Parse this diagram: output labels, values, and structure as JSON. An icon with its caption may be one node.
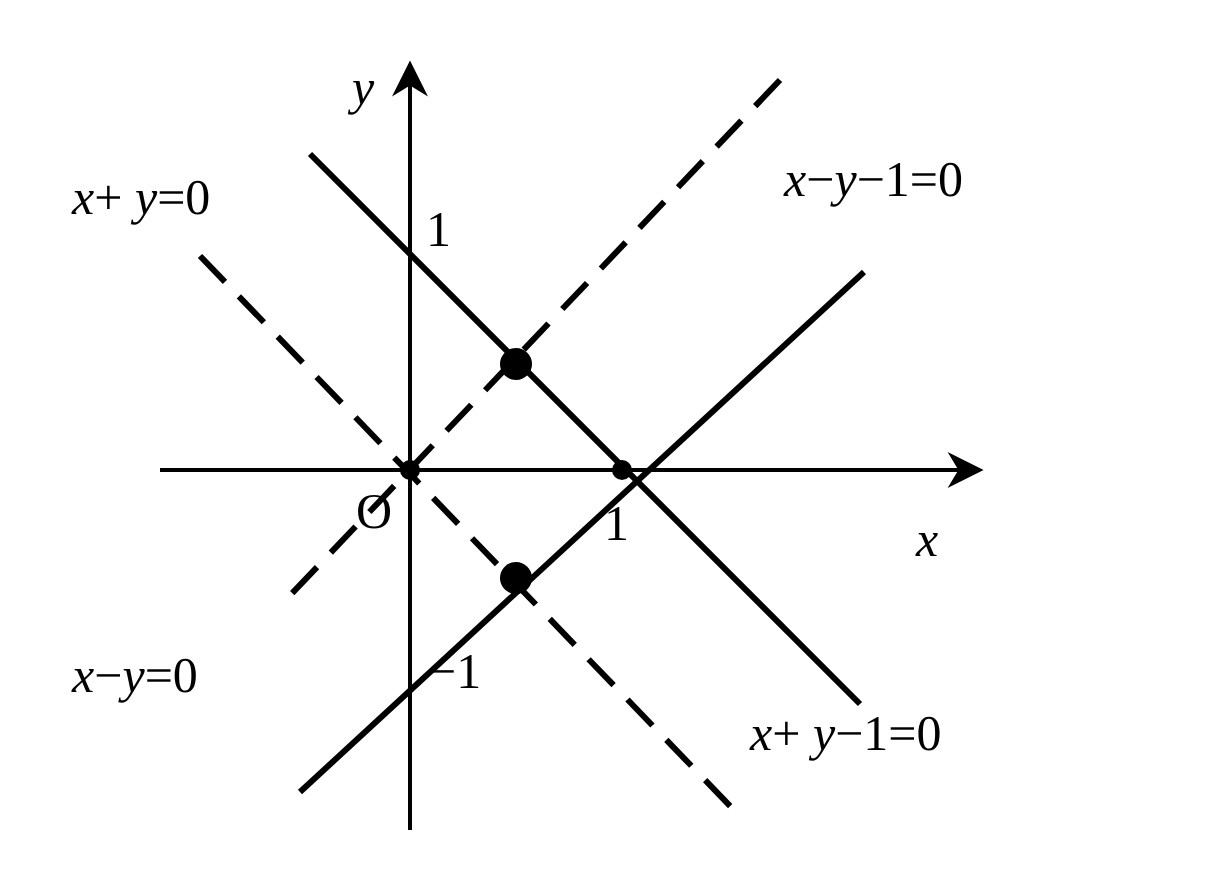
{
  "diagram": {
    "labels": [
      "*y*",
      "*x*+ *y*=0",
      "1",
      "*x*−*y*−1=0",
      "O",
      "1",
      "*x*",
      "*x*−*y*=0",
      "−1",
      "*x*+ *y*−1=0"
    ]
  }
}
